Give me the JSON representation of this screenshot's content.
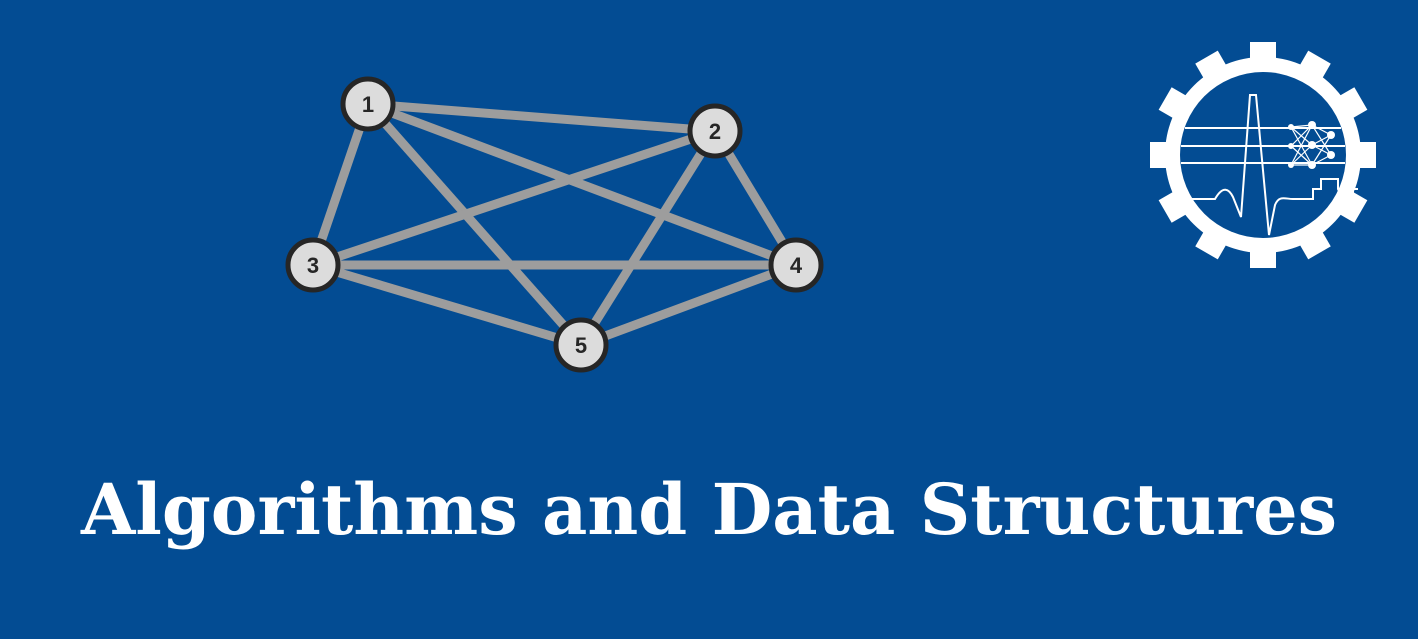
{
  "colors": {
    "background": "#034c93",
    "edge": "#9d9d9d",
    "node_fill": "#dcdcdc",
    "node_stroke": "#262626",
    "text": "#ffffff"
  },
  "graph": {
    "nodes": [
      "1",
      "2",
      "3",
      "4",
      "5"
    ],
    "edges": [
      [
        "1",
        "2"
      ],
      [
        "1",
        "3"
      ],
      [
        "1",
        "4"
      ],
      [
        "1",
        "5"
      ],
      [
        "2",
        "3"
      ],
      [
        "2",
        "4"
      ],
      [
        "2",
        "5"
      ],
      [
        "3",
        "4"
      ],
      [
        "3",
        "5"
      ],
      [
        "4",
        "5"
      ]
    ]
  },
  "logo": {
    "icon": "gear-ecg-neural-network-logo"
  },
  "title": "Algorithms and Data Structures"
}
